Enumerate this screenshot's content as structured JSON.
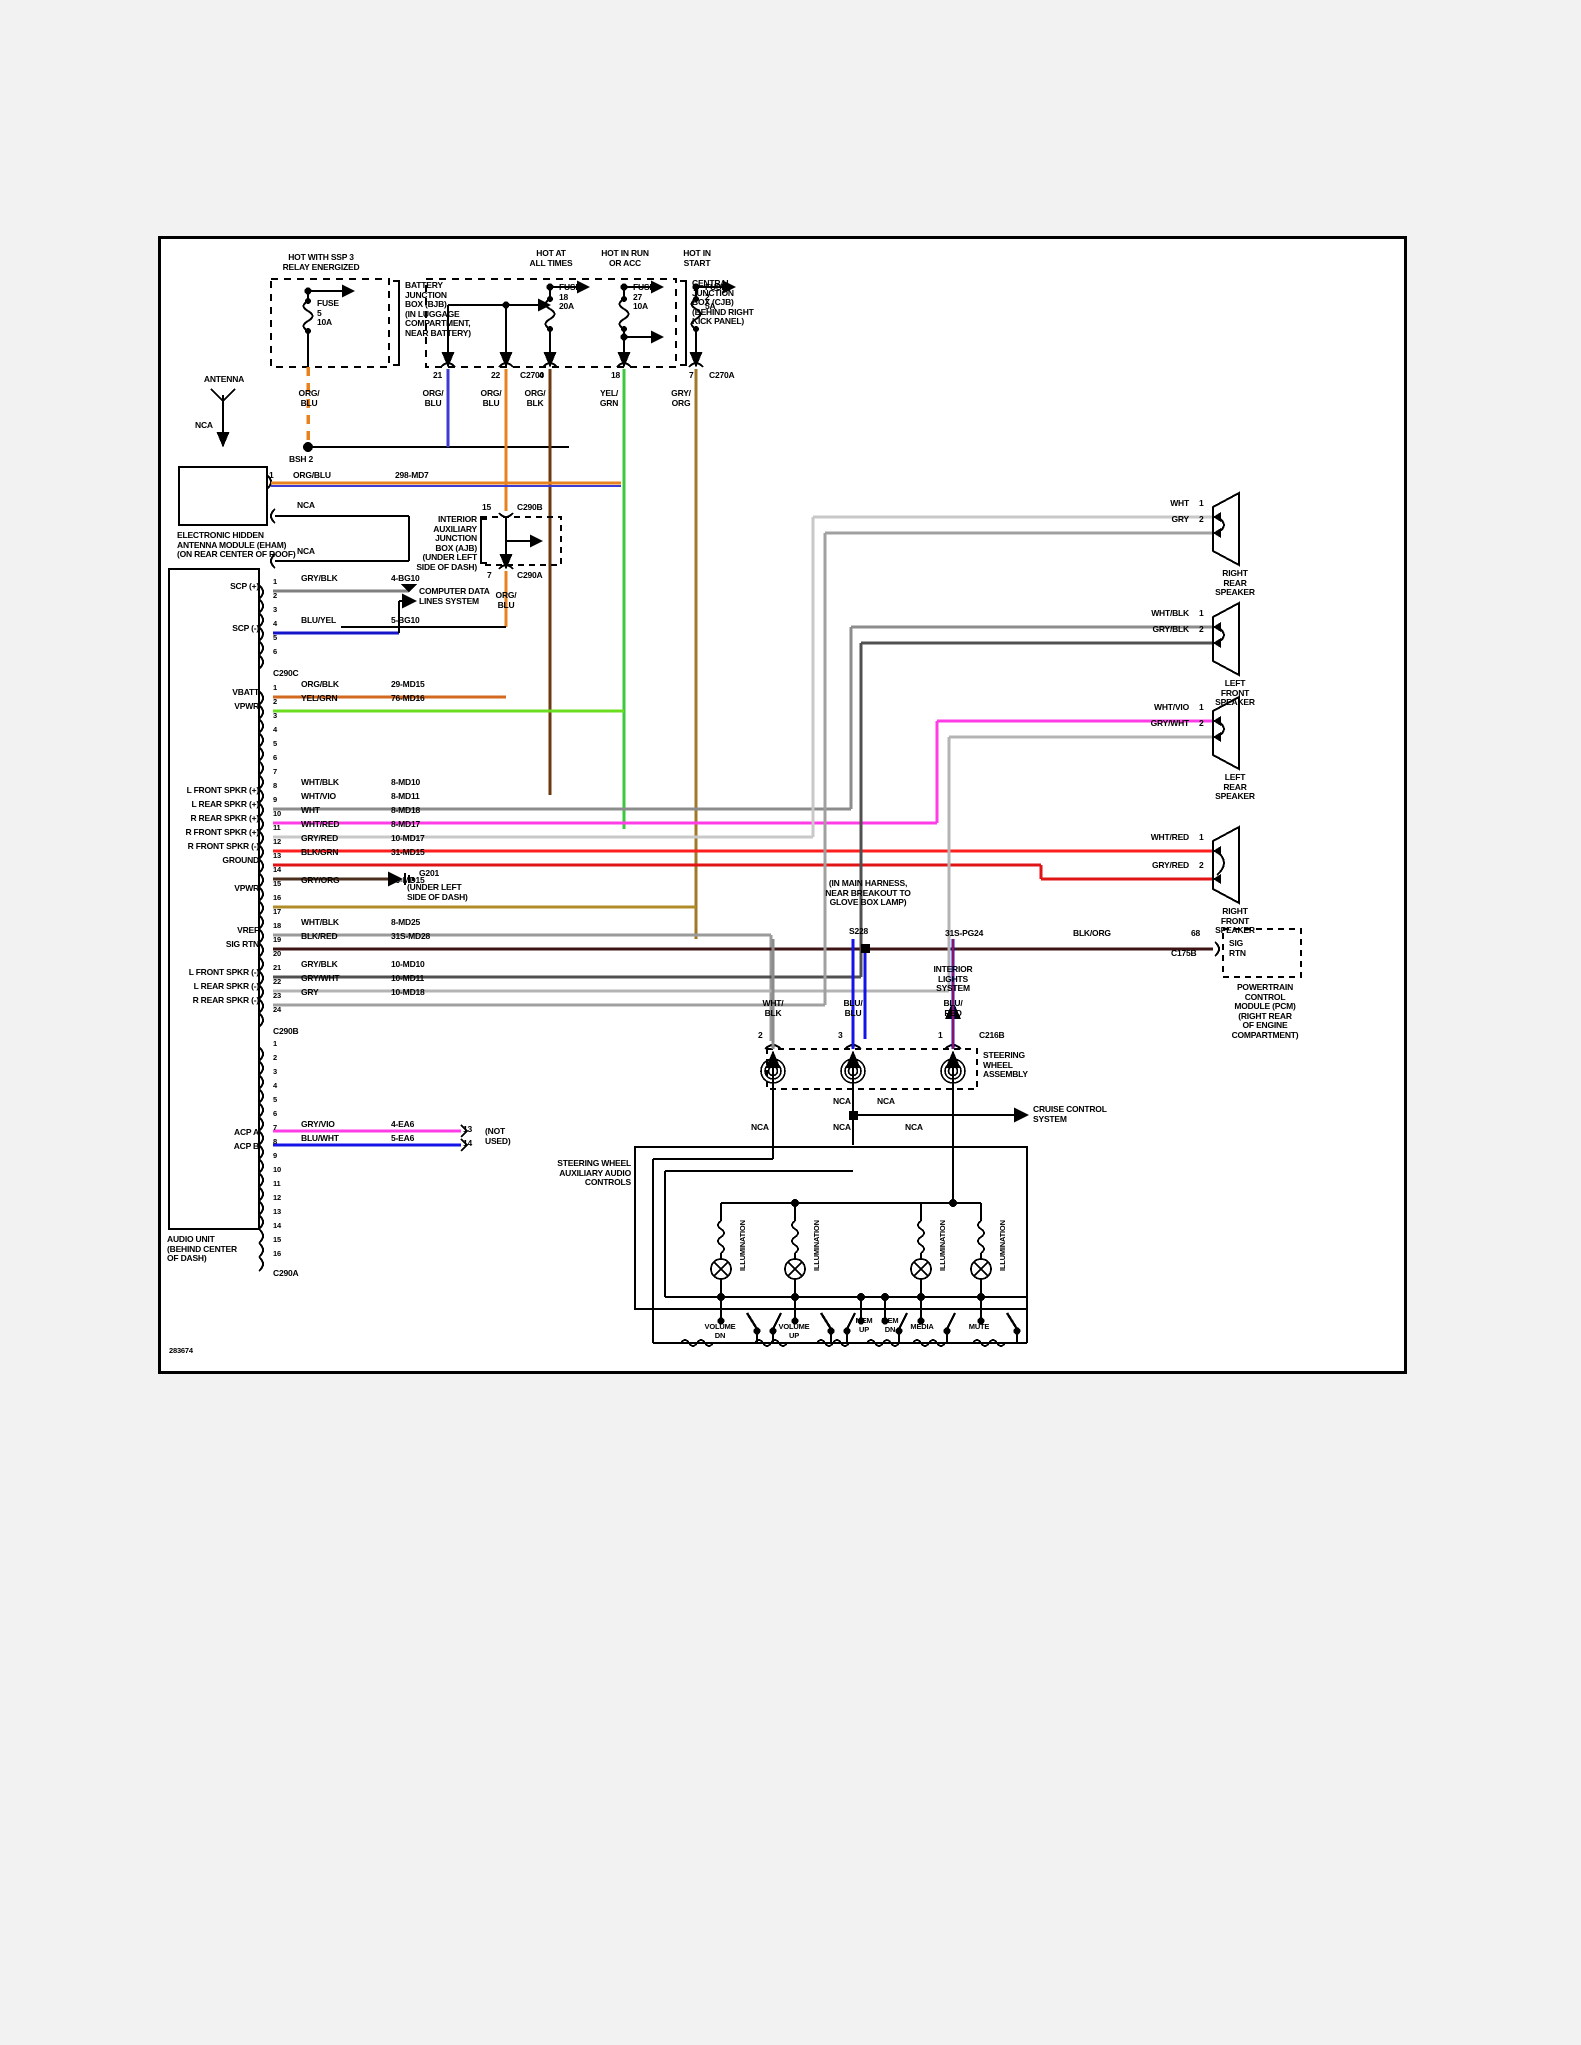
{
  "sheet": {
    "figure_id": "283674"
  },
  "power": {
    "bjb_heading": "HOT WITH SSP 3\nRELAY ENERGIZED",
    "bjb_label": "BATTERY\nJUNCTION\nBOX (BJB)\n(IN LUGGAGE\nCOMPARTMENT,\nNEAR BATTERY)",
    "bjb_fuse": "FUSE\n5\n10A",
    "bjb_wire": "ORG/\nBLU",
    "splice_bjb": "BSH 2",
    "cjb_label": "CENTRAL\nJUNCTION\nBOX (CJB)\n(BEHIND RIGHT\nKICK PANEL)",
    "cjb_connector": "C2700",
    "cjb_connector_b": "C270A",
    "headings": [
      {
        "label": "HOT AT\nALL TIMES"
      },
      {
        "label": "HOT IN RUN\nOR ACC"
      },
      {
        "label": "HOT IN\nSTART"
      }
    ],
    "fuses": [
      {
        "label": "FUSE\n18\n20A"
      },
      {
        "label": "FUSE\n27\n10A"
      },
      {
        "label": "FUSE\n2\n5A"
      }
    ],
    "pins": [
      {
        "num": "21",
        "wire": "ORG/\nBLU"
      },
      {
        "num": "22",
        "wire": "ORG/\nBLU"
      },
      {
        "num": "4",
        "wire": "ORG/\nBLK"
      },
      {
        "num": "18",
        "wire": "YEL/\nGRN"
      },
      {
        "num": "7",
        "wire": "GRY/\nORG"
      }
    ]
  },
  "ajb": {
    "label": "INTERIOR\nAUXILIARY\nJUNCTION\nBOX (AJB)\n(UNDER LEFT\nSIDE OF DASH)",
    "pin_top": "15",
    "conn_top": "C290B",
    "pin_bottom": "7",
    "conn_bottom": "C290A",
    "wire_out": "ORG/\nBLU"
  },
  "antenna": {
    "label": "ANTENNA",
    "nca_top": "NCA",
    "module_label": "ELECTRONIC HIDDEN\nANTENNA MODULE (EHAM)\n(ON REAR CENTER OF ROOF)",
    "pin": "1",
    "wire_color": "ORG/BLU",
    "wire_code": "298-MD7",
    "nca_mid": "NCA",
    "nca_bottom": "NCA"
  },
  "audio_unit": {
    "label": "AUDIO UNIT\n(BEHIND CENTER\nOF DASH)",
    "connectors": [
      {
        "name": "C290C",
        "rows": [
          {
            "pin": "1",
            "fn": "SCP (+)",
            "wire": "GRY/BLK",
            "code": "4-BG10",
            "color": "#7f7f7f"
          },
          {
            "pin": "2",
            "fn": "",
            "wire": "",
            "code": "",
            "color": ""
          },
          {
            "pin": "3",
            "fn": "",
            "wire": "",
            "code": "",
            "color": ""
          },
          {
            "pin": "4",
            "fn": "SCP (-)",
            "wire": "BLU/YEL",
            "code": "5-BG10",
            "color": "#1414c8"
          },
          {
            "pin": "5",
            "fn": "",
            "wire": "",
            "code": "",
            "color": ""
          },
          {
            "pin": "6",
            "fn": "",
            "wire": "",
            "code": "",
            "color": ""
          }
        ]
      },
      {
        "name": "C290B",
        "rows": [
          {
            "pin": "1",
            "fn": "VBATT",
            "wire": "ORG/BLK",
            "code": "29-MD15",
            "color": "#d2691e"
          },
          {
            "pin": "2",
            "fn": "VPWR",
            "wire": "YEL/GRN",
            "code": "76-MD16",
            "color": "#6ade1e"
          },
          {
            "pin": "3",
            "fn": "",
            "wire": "",
            "code": "",
            "color": ""
          },
          {
            "pin": "4",
            "fn": "",
            "wire": "",
            "code": "",
            "color": ""
          },
          {
            "pin": "5",
            "fn": "",
            "wire": "",
            "code": "",
            "color": ""
          },
          {
            "pin": "6",
            "fn": "",
            "wire": "",
            "code": "",
            "color": ""
          },
          {
            "pin": "7",
            "fn": "",
            "wire": "",
            "code": "",
            "color": ""
          },
          {
            "pin": "8",
            "fn": "L FRONT SPKR (+)",
            "wire": "WHT/BLK",
            "code": "8-MD10",
            "color": "#8c8c8c"
          },
          {
            "pin": "9",
            "fn": "L REAR SPKR (+)",
            "wire": "WHT/VIO",
            "code": "8-MD11",
            "color": "#ff3ce6"
          },
          {
            "pin": "10",
            "fn": "R REAR SPKR (+)",
            "wire": "WHT",
            "code": "8-MD18",
            "color": "#c8c8c8"
          },
          {
            "pin": "11",
            "fn": "R FRONT SPKR (+)",
            "wire": "WHT/RED",
            "code": "8-MD17",
            "color": "#ff1e1e"
          },
          {
            "pin": "12",
            "fn": "R FRONT SPKR (-)",
            "wire": "GRY/RED",
            "code": "10-MD17",
            "color": "#e01414"
          },
          {
            "pin": "13",
            "fn": "GROUND",
            "wire": "BLK/GRN",
            "code": "31-MD15",
            "color": "#4b2e1e"
          },
          {
            "pin": "14",
            "fn": "",
            "wire": "",
            "code": "",
            "color": ""
          },
          {
            "pin": "15",
            "fn": "VPWR",
            "wire": "GRY/ORG",
            "code": "60-MD15",
            "color": "#b08c28"
          },
          {
            "pin": "16",
            "fn": "",
            "wire": "",
            "code": "",
            "color": ""
          },
          {
            "pin": "17",
            "fn": "",
            "wire": "",
            "code": "",
            "color": ""
          },
          {
            "pin": "18",
            "fn": "VREF",
            "wire": "WHT/BLK",
            "code": "8-MD25",
            "color": "#9a9a9a"
          },
          {
            "pin": "19",
            "fn": "SIG RTN",
            "wire": "BLK/RED",
            "code": "31S-MD28",
            "color": "#3c1414"
          },
          {
            "pin": "20",
            "fn": "",
            "wire": "",
            "code": "",
            "color": ""
          },
          {
            "pin": "21",
            "fn": "L FRONT SPKR (-)",
            "wire": "GRY/BLK",
            "code": "10-MD10",
            "color": "#505050"
          },
          {
            "pin": "22",
            "fn": "L REAR SPKR (-)",
            "wire": "GRY/WHT",
            "code": "10-MD11",
            "color": "#b4b4b4"
          },
          {
            "pin": "23",
            "fn": "R REAR SPKR (-)",
            "wire": "GRY",
            "code": "10-MD18",
            "color": "#a0a0a0"
          },
          {
            "pin": "24",
            "fn": "",
            "wire": "",
            "code": "",
            "color": ""
          }
        ]
      },
      {
        "name": "C290A",
        "rows": [
          {
            "pin": "1",
            "fn": "",
            "wire": "",
            "code": "",
            "color": ""
          },
          {
            "pin": "2",
            "fn": "",
            "wire": "",
            "code": "",
            "color": ""
          },
          {
            "pin": "3",
            "fn": "",
            "wire": "",
            "code": "",
            "color": ""
          },
          {
            "pin": "4",
            "fn": "",
            "wire": "",
            "code": "",
            "color": ""
          },
          {
            "pin": "5",
            "fn": "",
            "wire": "",
            "code": "",
            "color": ""
          },
          {
            "pin": "6",
            "fn": "",
            "wire": "",
            "code": "",
            "color": ""
          },
          {
            "pin": "7",
            "fn": "ACP A",
            "wire": "GRY/VIO",
            "code": "4-EA6",
            "color": "#ff3ce6"
          },
          {
            "pin": "8",
            "fn": "ACP B",
            "wire": "BLU/WHT",
            "code": "5-EA6",
            "color": "#1414e6"
          },
          {
            "pin": "9",
            "fn": "",
            "wire": "",
            "code": "",
            "color": ""
          },
          {
            "pin": "10",
            "fn": "",
            "wire": "",
            "code": "",
            "color": ""
          },
          {
            "pin": "11",
            "fn": "",
            "wire": "",
            "code": "",
            "color": ""
          },
          {
            "pin": "12",
            "fn": "",
            "wire": "",
            "code": "",
            "color": ""
          },
          {
            "pin": "13",
            "fn": "",
            "wire": "",
            "code": "",
            "color": ""
          },
          {
            "pin": "14",
            "fn": "",
            "wire": "",
            "code": "",
            "color": ""
          },
          {
            "pin": "15",
            "fn": "",
            "wire": "",
            "code": "",
            "color": ""
          },
          {
            "pin": "16",
            "fn": "",
            "wire": "",
            "code": "",
            "color": ""
          }
        ]
      }
    ],
    "not_used_pins": [
      "13",
      "14"
    ],
    "not_used_label": "(NOT\nUSED)"
  },
  "computer_data": {
    "label": "COMPUTER DATA\nLINES SYSTEM"
  },
  "ground": {
    "id": "G201",
    "label": "(UNDER LEFT\nSIDE OF DASH)"
  },
  "speakers": [
    {
      "name": "RIGHT\nREAR\nSPEAKER",
      "pins": [
        {
          "num": "1",
          "wire": "WHT",
          "color": "#c8c8c8"
        },
        {
          "num": "2",
          "wire": "GRY",
          "color": "#a0a0a0"
        }
      ]
    },
    {
      "name": "LEFT\nFRONT\nSPEAKER",
      "pins": [
        {
          "num": "1",
          "wire": "WHT/BLK",
          "color": "#8c8c8c"
        },
        {
          "num": "2",
          "wire": "GRY/BLK",
          "color": "#505050"
        }
      ]
    },
    {
      "name": "LEFT\nREAR\nSPEAKER",
      "pins": [
        {
          "num": "1",
          "wire": "WHT/VIO",
          "color": "#ff3ce6"
        },
        {
          "num": "2",
          "wire": "GRY/WHT",
          "color": "#b4b4b4"
        }
      ]
    },
    {
      "name": "RIGHT\nFRONT\nSPEAKER",
      "pins": [
        {
          "num": "1",
          "wire": "WHT/RED",
          "color": "#ff1e1e"
        },
        {
          "num": "2",
          "wire": "GRY/RED",
          "color": "#e01414"
        }
      ]
    }
  ],
  "pcm": {
    "splice_note": "(IN MAIN HARNESS,\nNEAR BREAKOUT TO\nGLOVE BOX LAMP)",
    "splice_id": "S228",
    "wire_code": "31S-PG24",
    "wire_color": "BLK/ORG",
    "pin": "68",
    "pin_fn": "SIG\nRTN",
    "connector": "C175B",
    "label": "POWERTRAIN\nCONTROL\nMODULE (PCM)\n(RIGHT REAR\nOF ENGINE\nCOMPARTMENT)"
  },
  "interior_lights": {
    "label": "INTERIOR\nLIGHTS\nSYSTEM"
  },
  "cruise": {
    "label": "CRUISE CONTROL\nSYSTEM"
  },
  "steering": {
    "assembly_label": "STEERING\nWHEEL\nASSEMBLY",
    "connector": "C216B",
    "controls_label": "STEERING WHEEL\nAUXILIARY AUDIO\nCONTROLS",
    "clockspring_pins": [
      {
        "num": "2",
        "wire": "WHT/\nBLK",
        "color": "#8c8c8c"
      },
      {
        "num": "3",
        "wire": "BLU/\nBLU",
        "color": "#1414e6"
      },
      {
        "num": "1",
        "wire": "BLU/\nRED",
        "color": "#1414e6"
      }
    ],
    "nca_labels": [
      "NCA",
      "NCA",
      "NCA",
      "NCA",
      "NCA",
      "NCA"
    ],
    "illumination_label": "ILLUMINATION",
    "switches": [
      {
        "label": "VOLUME\nDN"
      },
      {
        "label": "VOLUME\nUP"
      },
      {
        "label": ""
      },
      {
        "label": "MEM\nUP"
      },
      {
        "label": "MEM\nDN"
      },
      {
        "label": "MEDIA"
      },
      {
        "label": "MUTE"
      }
    ]
  }
}
